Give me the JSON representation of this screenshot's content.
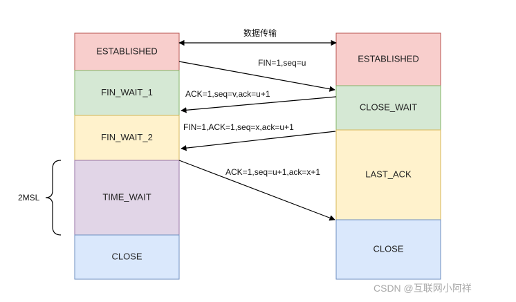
{
  "colors": {
    "red": "#f8cecc",
    "red_border": "#b85450",
    "green": "#d5e8d4",
    "green_border": "#82b366",
    "yellow": "#fff2cc",
    "yellow_border": "#d6b656",
    "purple": "#e1d5e7",
    "purple_border": "#9673a6",
    "blue": "#dae8fc",
    "blue_border": "#6c8ebf",
    "arrow": "#000000"
  },
  "client": {
    "states": [
      "ESTABLISHED",
      "FIN_WAIT_1",
      "FIN_WAIT_2",
      "TIME_WAIT",
      "CLOSE"
    ]
  },
  "server": {
    "states": [
      "ESTABLISHED",
      "CLOSE_WAIT",
      "LAST_ACK",
      "CLOSE"
    ]
  },
  "messages": {
    "data_transfer": "数据传输",
    "fin1": "FIN=1,seq=u",
    "ack1": "ACK=1,seq=v,ack=u+1",
    "fin2": "FIN=1,ACK=1,seq=x,ack=u+1",
    "ack2": "ACK=1,seq=u+1,ack=x+1"
  },
  "timer": {
    "label": "2MSL"
  },
  "watermark": "CSDN @互联网小阿祥"
}
